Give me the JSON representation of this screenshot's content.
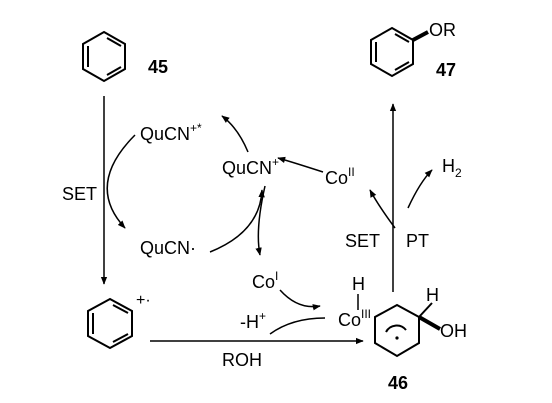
{
  "compounds": {
    "benzene_number": "45",
    "product_number": "47",
    "intermediate_number": "46",
    "product_substituent": "OR",
    "intermediate_oh": "OH",
    "intermediate_h": "H",
    "radical_cation_charge": "+·"
  },
  "species": {
    "qucn_excited_main": "QuCN",
    "qucn_excited_sup": "+*",
    "qucn_cation_main": "QuCN",
    "qucn_cation_sup": "+",
    "qucn_radical": "QuCN·",
    "co2_main": "Co",
    "co2_sup": "II",
    "co1_main": "Co",
    "co1_sup": "I",
    "co3_main": "Co",
    "co3_sup": "III",
    "co3_h": "H",
    "h2_main": "H",
    "h2_sub": "2"
  },
  "steps": {
    "set_left": "SET",
    "set_right": "SET",
    "pt": "PT",
    "roh": "ROH",
    "proton_main": "-H",
    "proton_sup": "+"
  }
}
